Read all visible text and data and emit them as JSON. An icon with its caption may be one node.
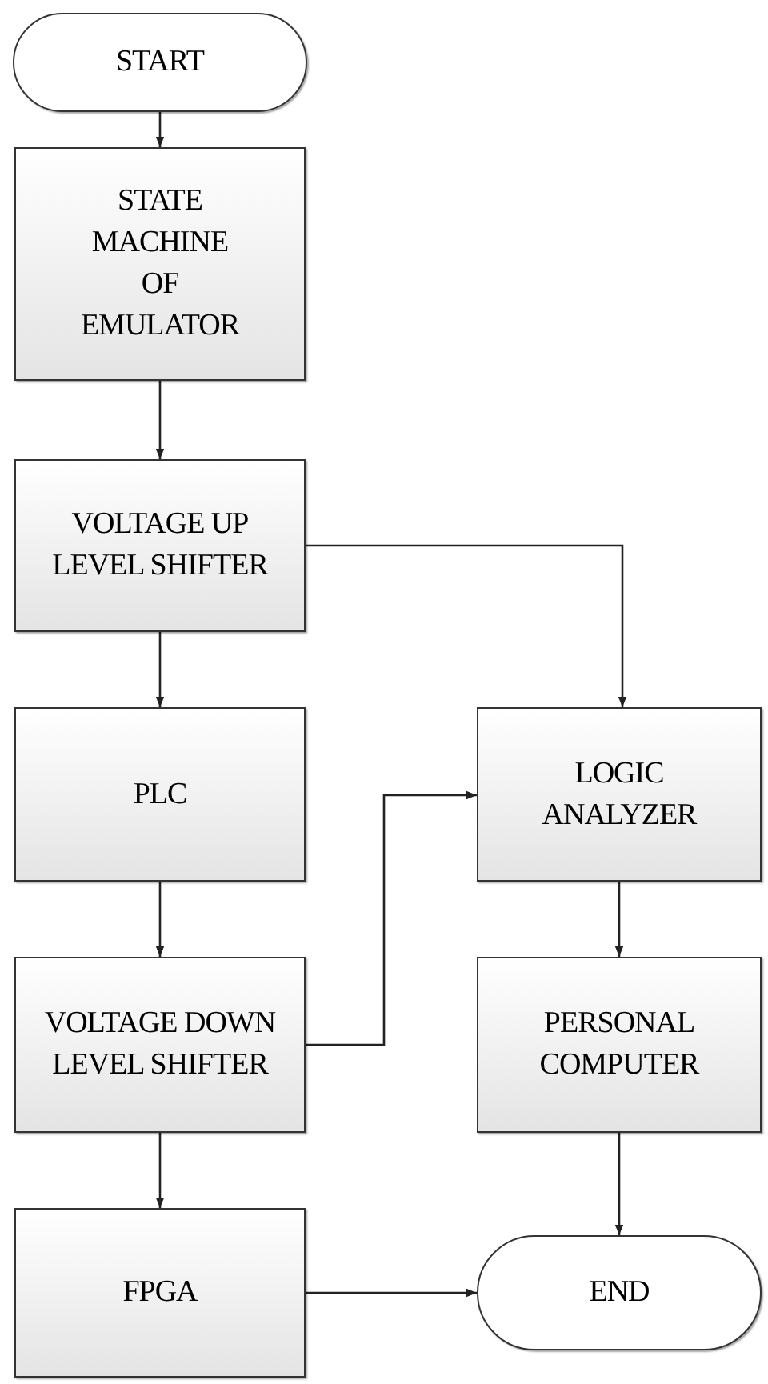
{
  "diagram": {
    "nodes": [
      {
        "text": [
          "START"
        ]
      },
      {
        "text": [
          "STATE MACHINE OF EMULATOR"
        ]
      },
      {
        "text": [
          "VOLTAGE UP LEVEL SHIFTER"
        ]
      },
      {
        "text": [
          "PLC"
        ]
      },
      {
        "text": [
          "VOLTAGE DOWN LEVEL SHIFTER"
        ]
      },
      {
        "text": [
          "FPGA"
        ]
      },
      {
        "text": [
          "LOGIC ANALYZER"
        ]
      },
      {
        "text": [
          "PERSONAL COMPUTER"
        ]
      },
      {
        "text": [
          "END"
        ]
      }
    ],
    "edges": [
      {
        "from": 0,
        "to": 1,
        "arrow": "to"
      },
      {
        "from": 1,
        "to": 2,
        "arrow": "to"
      },
      {
        "from": 2,
        "to": 3,
        "arrow": "to"
      },
      {
        "from": 2,
        "to": 6,
        "arrow": "to"
      },
      {
        "from": 3,
        "to": 4,
        "arrow": "to"
      },
      {
        "from": 4,
        "to": 6,
        "arrow": "to"
      },
      {
        "from": 4,
        "to": 5,
        "arrow": "to"
      },
      {
        "from": 6,
        "to": 7,
        "arrow": "to"
      },
      {
        "from": 7,
        "to": 8,
        "arrow": "to"
      },
      {
        "from": 5,
        "to": 8,
        "arrow": "to"
      }
    ]
  }
}
